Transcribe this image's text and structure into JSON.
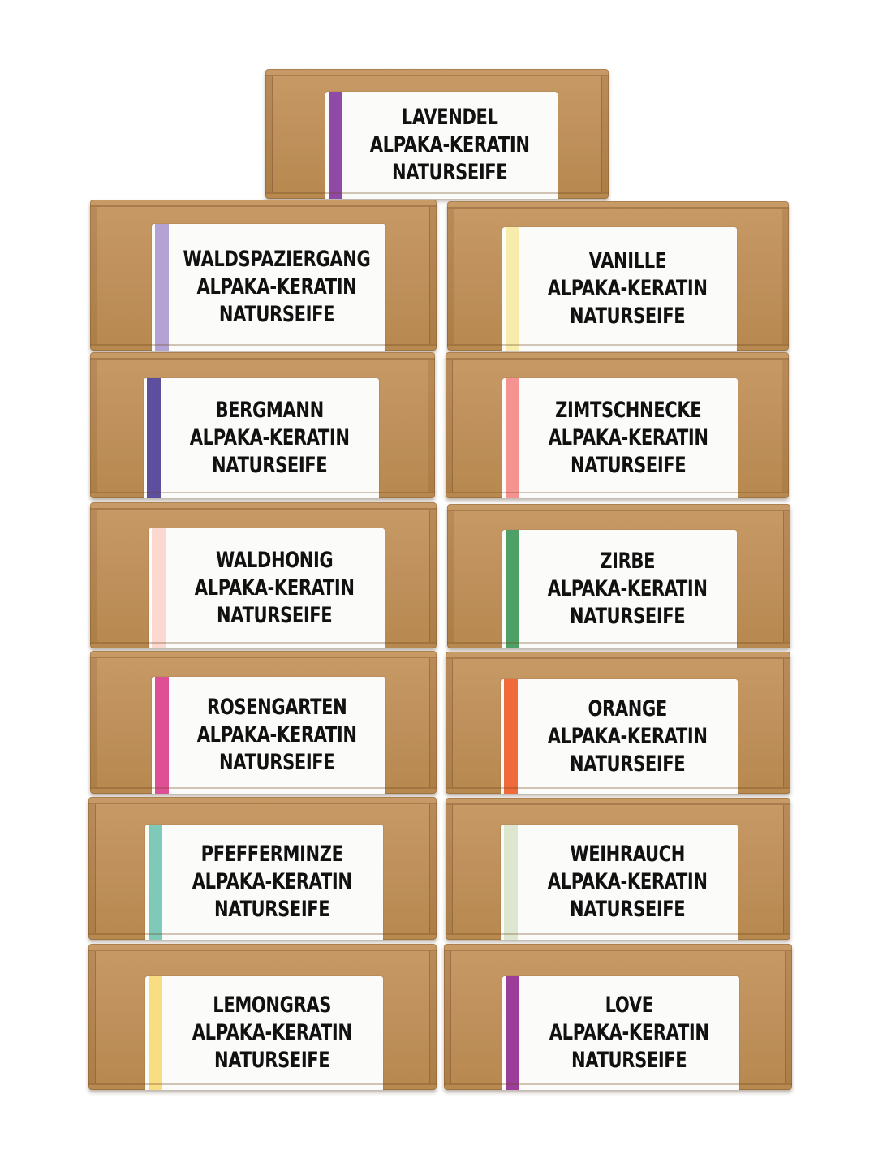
{
  "soaps": [
    {
      "name": "LAVENDEL",
      "line2": "ALPAKA-KERATIN",
      "line3": "NATURSEIFE",
      "stripe_color": "#8e4aa6"
    },
    {
      "name": "WALDSPAZIERGANG",
      "line2": "ALPAKA-KERATIN",
      "line3": "NATURSEIFE",
      "stripe_color": "#b3a3d4"
    },
    {
      "name": "VANILLE",
      "line2": "ALPAKA-KERATIN",
      "line3": "NATURSEIFE",
      "stripe_color": "#f7ecac"
    },
    {
      "name": "BERGMANN",
      "line2": "ALPAKA-KERATIN",
      "line3": "NATURSEIFE",
      "stripe_color": "#5e4f9e"
    },
    {
      "name": "ZIMTSCHNECKE",
      "line2": "ALPAKA-KERATIN",
      "line3": "NATURSEIFE",
      "stripe_color": "#f4938f"
    },
    {
      "name": "WALDHONIG",
      "line2": "ALPAKA-KERATIN",
      "line3": "NATURSEIFE",
      "stripe_color": "#fbd9d0"
    },
    {
      "name": "ZIRBE",
      "line2": "ALPAKA-KERATIN",
      "line3": "NATURSEIFE",
      "stripe_color": "#4fa066"
    },
    {
      "name": "ROSENGARTEN",
      "line2": "ALPAKA-KERATIN",
      "line3": "NATURSEIFE",
      "stripe_color": "#de4f96"
    },
    {
      "name": "ORANGE",
      "line2": "ALPAKA-KERATIN",
      "line3": "NATURSEIFE",
      "stripe_color": "#f06a3c"
    },
    {
      "name": "PFEFFERMINZE",
      "line2": "ALPAKA-KERATIN",
      "line3": "NATURSEIFE",
      "stripe_color": "#7ec9b8"
    },
    {
      "name": "WEIHRAUCH",
      "line2": "ALPAKA-KERATIN",
      "line3": "NATURSEIFE",
      "stripe_color": "#dde6cf"
    },
    {
      "name": "LEMONGRAS",
      "line2": "ALPAKA-KERATIN",
      "line3": "NATURSEIFE",
      "stripe_color": "#f8dd82"
    },
    {
      "name": "LOVE",
      "line2": "ALPAKA-KERATIN",
      "line3": "NATURSEIFE",
      "stripe_color": "#9b3e9a"
    }
  ],
  "colors": {
    "background": "#ffffff",
    "cardboard": "#c0915d",
    "label": "#fbfbf9",
    "text": "#111111"
  }
}
